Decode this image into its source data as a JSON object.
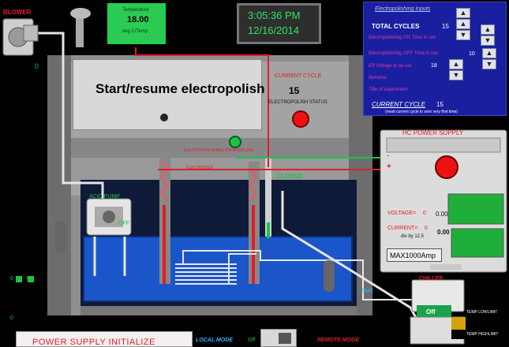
{
  "blower": {
    "label": "BLOWER",
    "value": "0"
  },
  "clock": {
    "time": "3:05:36 PM",
    "date": "12/16/2014"
  },
  "temp_gauge": {
    "title": "Temperature",
    "value": "18.00",
    "unit": "deg C/Temp"
  },
  "tank": {
    "start_button_label": "Start/resume electropolish",
    "current_cycle_label": "CURRENT CYCLE",
    "current_cycle_value": "15",
    "status_label": "ELECTROPOLISH STATUS",
    "rinse_bar_label": "ELECTROPOLISHING PURIFICATION",
    "electrodes_label": "ELECTRODES",
    "closed_label": "CLOSED"
  },
  "acid_pump": {
    "label": "ACID PUMP",
    "state": "OFF"
  },
  "settings_panel": {
    "title": "Electropolishing  Inputs",
    "total_cycles_label": "TOTAL CYCLES",
    "total_cycles_value": "15",
    "on_time_label": "Electropolishing ON Time in sec",
    "on_time_value": "10",
    "off_time_label": "Electropolishing OFF Time in sec",
    "off_time_value": "10",
    "ep_voltage_label": "EP Voltage to be set",
    "ep_voltage_value": "18",
    "filename_label": "filename",
    "title_label": "Title of experiment",
    "current_cycle_label": "CURRENT CYCLE",
    "current_cycle_value": "15",
    "reset_note": "(reset current cycle to zero very first time)"
  },
  "power_supply": {
    "title": "HC POWER SUPPLY",
    "plus": "+",
    "minus": "-",
    "voltage_label": "VOLTAGE=",
    "voltage_value": "0",
    "voltage_display": "0.00",
    "current_label": "CURRENT=",
    "current_value": "0",
    "current_display": "0.00",
    "divider_note": "div by 12.5",
    "max_label": "MAX1000Amp"
  },
  "chiller": {
    "label": "CHILLER",
    "state": "Off",
    "temp_low": "TEMP LOWLIMIT",
    "temp_high": "TEMP HIGHLIMIT"
  },
  "left_values": [
    "0",
    "0",
    "0"
  ],
  "smc_label": "SMC",
  "bottom_bar": {
    "init_button": "POWER SUPPLY INITIALIZE",
    "local_mode": "LOCAL MODE",
    "local_state": "Off",
    "remote_mode": "REMOTE MODE"
  },
  "colors": {
    "panel_blue": "#1a1fa0",
    "tank_grey": "#b0b0b0",
    "accent_red": "#e11",
    "accent_green": "#19c44a"
  }
}
